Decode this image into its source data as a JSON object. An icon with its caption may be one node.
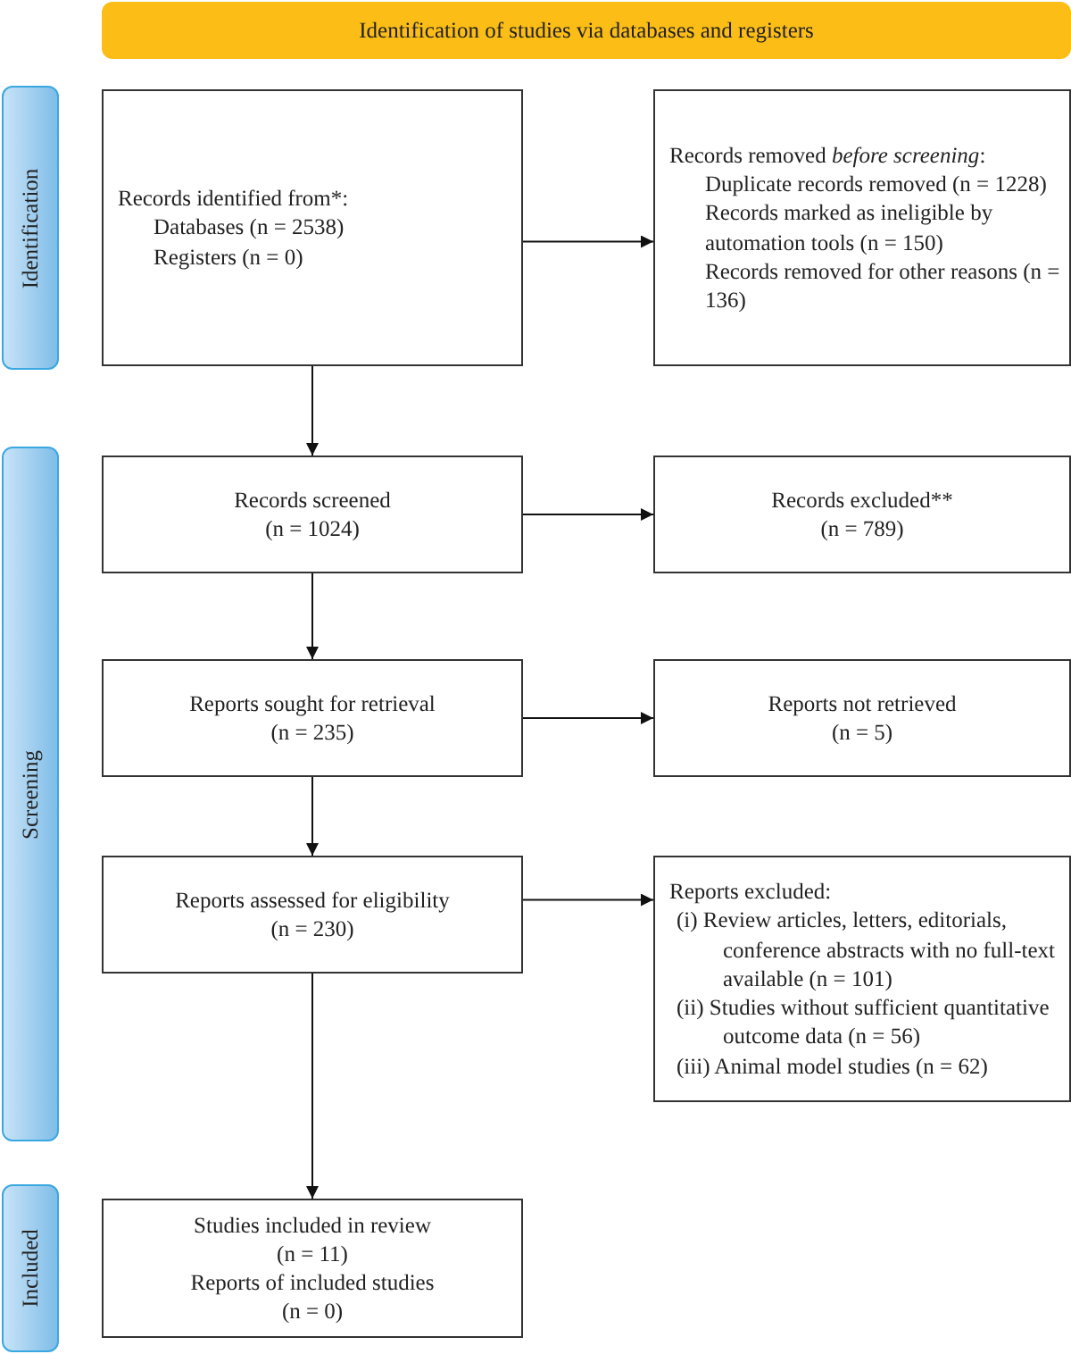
{
  "diagram": {
    "nodes": [
      {
        "text": [
          "Identification of studies via databases and registers"
        ]
      },
      {
        "text": [
          "Identification"
        ]
      },
      {
        "text": [
          "Screening"
        ]
      },
      {
        "text": [
          "Included"
        ]
      },
      {
        "text": [
          "Records identified from*:",
          "Databases (n = 2538)",
          "Registers (n = 0)"
        ]
      },
      {
        "text": [
          "Records removed *before screening*:",
          "Duplicate records removed (n = 1228)",
          "Records marked as ineligible by automation tools (n = 150)",
          "Records removed for other reasons (n = 136)"
        ]
      },
      {
        "text": [
          "Records screened",
          "(n = 1024)"
        ]
      },
      {
        "text": [
          "Records excluded**",
          "(n = 789)"
        ]
      },
      {
        "text": [
          "Reports sought for retrieval",
          "(n = 235)"
        ]
      },
      {
        "text": [
          "Reports not retrieved",
          "(n = 5)"
        ]
      },
      {
        "text": [
          "Reports assessed for eligibility",
          "(n = 230)"
        ]
      },
      {
        "text": [
          "Reports excluded:",
          "(i) Review articles, letters, editorials, conference abstracts with no full-text available (n = 101)",
          "(ii) Studies without sufficient quantitative outcome data (n = 56)",
          "(iii) Animal model studies (n = 62)"
        ]
      },
      {
        "text": [
          "Studies included in review",
          "(n = 11)",
          "Reports of included studies",
          "(n = 0)"
        ]
      }
    ],
    "edges": [
      {
        "from": 4,
        "to": 5,
        "arrow": "to"
      },
      {
        "from": 4,
        "to": 6,
        "arrow": "to"
      },
      {
        "from": 6,
        "to": 7,
        "arrow": "to"
      },
      {
        "from": 6,
        "to": 8,
        "arrow": "to"
      },
      {
        "from": 8,
        "to": 9,
        "arrow": "to"
      },
      {
        "from": 8,
        "to": 10,
        "arrow": "to"
      },
      {
        "from": 10,
        "to": 11,
        "arrow": "to"
      },
      {
        "from": 10,
        "to": 12,
        "arrow": "to"
      }
    ]
  }
}
